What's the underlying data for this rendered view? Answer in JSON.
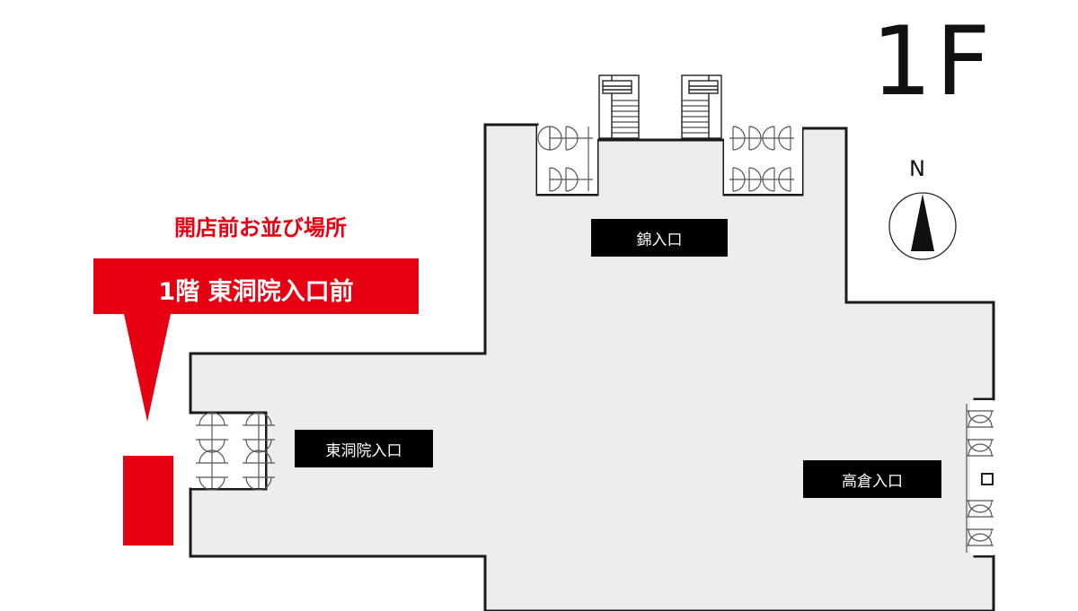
{
  "floor": {
    "label": "1F"
  },
  "compass": {
    "north_label": "N"
  },
  "entrances": {
    "nishiki": "錦入口",
    "higashinotoin": "東洞院入口",
    "takakura": "高倉入口"
  },
  "queue_notice": {
    "heading": "開店前お並び場所",
    "location": "1階 東洞院入口前"
  },
  "colors": {
    "accent_red": "#e60012",
    "floor_fill": "#ededee",
    "outline": "#1a1a1a",
    "label_bg": "#000000",
    "label_text": "#ffffff"
  },
  "icons": [
    "compass-icon",
    "stairs-icon",
    "door-icon"
  ]
}
